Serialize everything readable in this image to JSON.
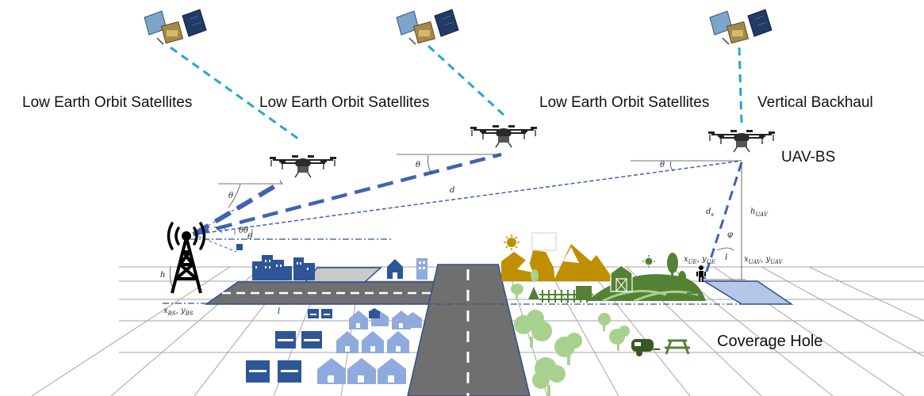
{
  "labels": {
    "leo_1": "Low Earth Orbit Satellites",
    "leo_2": "Low Earth Orbit Satellites",
    "leo_3": "Low Earth Orbit Satellites",
    "vertical_backhaul": "Vertical Backhaul",
    "uav_bs": "UAV-BS",
    "coverage_hole": "Coverage Hole"
  },
  "symbols": {
    "theta": "θ",
    "theta_bs": "θθ",
    "d": "d",
    "d_s": "d",
    "d_s_sub": "s",
    "h_uav": "h",
    "h_uav_sub": "UAV",
    "phi": "φ",
    "l": "l",
    "h": "h",
    "x_ue": "x",
    "x_ue_sub": "UE",
    "y_ue": ", y",
    "y_ue_sub": "UE",
    "x_uav": "x",
    "x_uav_sub": "UAV",
    "y_uav": ", y",
    "y_uav_sub": "UAV",
    "x_bs": "x",
    "x_bs_sub": "BS",
    "y_bs": ", y",
    "y_bs_sub": "BS",
    "l_ground": "l"
  },
  "colors": {
    "backhaul": "#29a3d9",
    "link": "#3f63b4",
    "building_dark": "#2e5597",
    "building_light": "#8faadc",
    "road": "#6f6f6f",
    "mountain": "#bf8f00",
    "farm": "#548235",
    "tree": "#a9d18e",
    "coverage": "#b4c7e7"
  },
  "icons": [
    "satellite-icon",
    "drone-icon",
    "cell-tower-icon",
    "person-icon",
    "sun-icon",
    "barn-icon",
    "camper-icon",
    "picnic-table-icon"
  ]
}
